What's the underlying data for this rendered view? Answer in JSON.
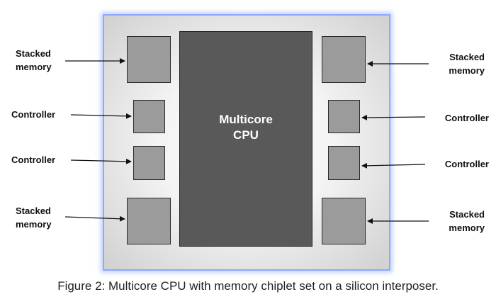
{
  "diagram": {
    "cpu_label": "Multicore\nCPU",
    "labels": {
      "left_top_memory": "Stacked\nmemory",
      "left_top_controller": "Controller",
      "left_bottom_controller": "Controller",
      "left_bottom_memory": "Stacked\nmemory",
      "right_top_memory": "Stacked\nmemory",
      "right_top_controller": "Controller",
      "right_bottom_controller": "Controller",
      "right_bottom_memory": "Stacked\nmemory"
    },
    "colors": {
      "cpu_fill": "#595959",
      "chip_fill": "#9b9b9b",
      "interposer_border": "#8ea7ff"
    }
  },
  "caption": "Figure 2: Multicore CPU with memory chiplet set on a silicon interposer."
}
